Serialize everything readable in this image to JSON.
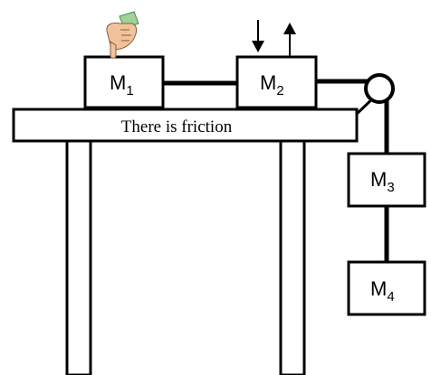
{
  "table": {
    "caption": "There is friction"
  },
  "masses": [
    {
      "id": "m1",
      "letter": "M",
      "subscript": "1"
    },
    {
      "id": "m2",
      "letter": "M",
      "subscript": "2"
    },
    {
      "id": "m3",
      "letter": "M",
      "subscript": "3"
    },
    {
      "id": "m4",
      "letter": "M",
      "subscript": "4"
    }
  ],
  "icons": {
    "hand": "pointing-hand-icon",
    "pulley": "pulley-icon",
    "arrow_down": "arrow-down-icon",
    "arrow_up": "arrow-up-icon"
  },
  "colors": {
    "stroke": "#000000",
    "fill": "#ffffff",
    "hand_skin": "#f2c29a",
    "hand_cuff": "#9fd39a"
  }
}
